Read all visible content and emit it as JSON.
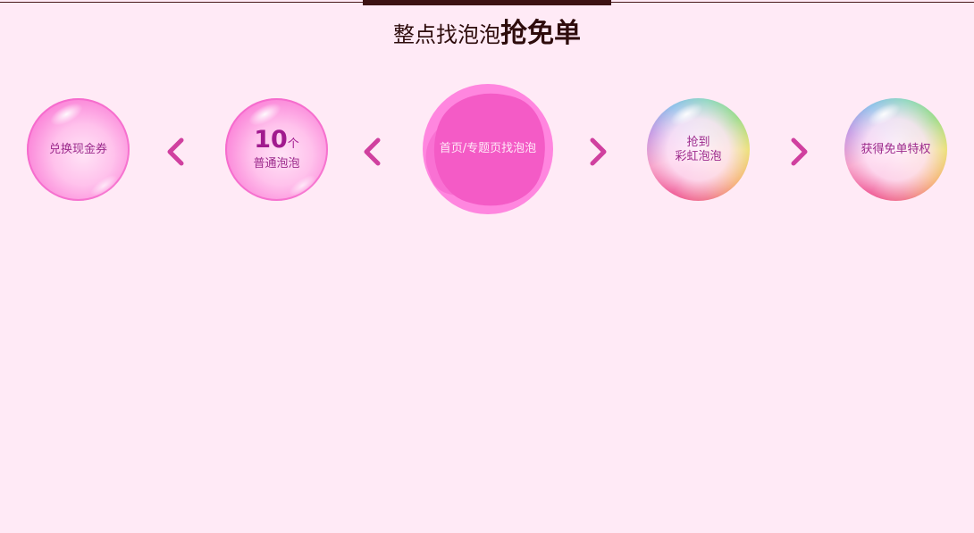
{
  "header": {
    "title_normal": "整点找泡泡",
    "title_bold": "抢免单"
  },
  "steps": [
    {
      "label": "兑换现金券"
    },
    {
      "count": "10",
      "unit": "个",
      "label": "普通泡泡"
    },
    {
      "label": "首页/专题页找泡泡"
    },
    {
      "line1": "抢到",
      "line2": "彩虹泡泡"
    },
    {
      "label": "获得免单特权"
    }
  ],
  "arrows": [
    "chevron-left-icon",
    "chevron-left-icon",
    "chevron-right-icon",
    "chevron-right-icon"
  ],
  "colors": {
    "background": "#ffeaf6",
    "accent": "#d0409f",
    "title_text": "#2e0c0c",
    "bubble_text": "#9c2a8c"
  }
}
